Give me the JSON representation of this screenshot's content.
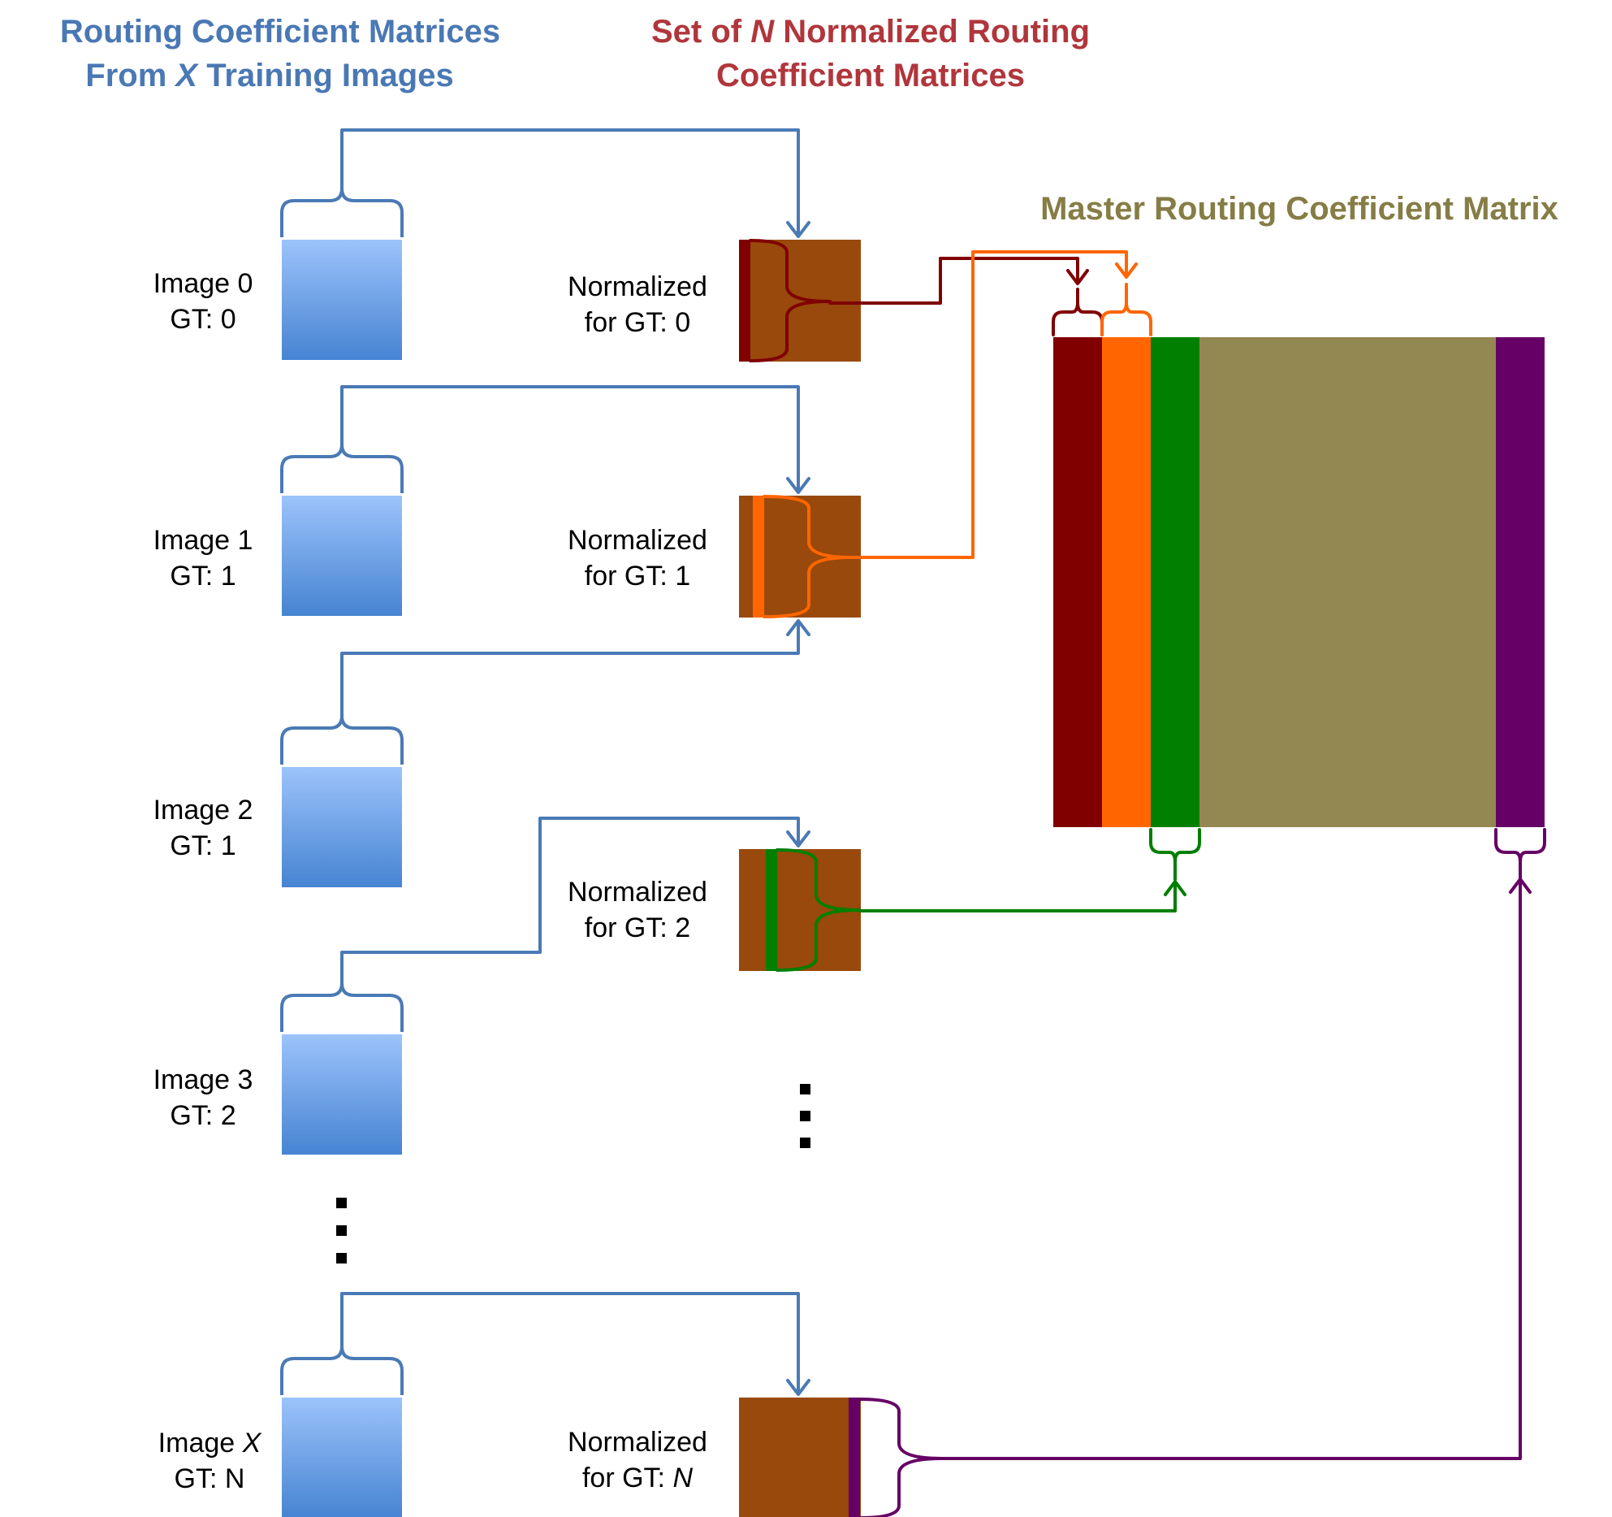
{
  "titles": {
    "source_line1": "Routing Coefficient Matrices",
    "source_line2_pre": "From ",
    "source_line2_var": "X",
    "source_line2_post": " Training Images",
    "normalized_line1_pre": "Set of ",
    "normalized_line1_var": "N",
    "normalized_line1_post": " Normalized Routing",
    "normalized_line2": "Coefficient Matrices",
    "master": "Master Routing Coefficient Matrix"
  },
  "images": [
    {
      "name_pre": "Image ",
      "name_var": "0",
      "gt_pre": "GT: ",
      "gt_var": "0"
    },
    {
      "name_pre": "Image ",
      "name_var": "1",
      "gt_pre": "GT: ",
      "gt_var": "1"
    },
    {
      "name_pre": "Image ",
      "name_var": "2",
      "gt_pre": "GT: ",
      "gt_var": "1"
    },
    {
      "name_pre": "Image ",
      "name_var": "3",
      "gt_pre": "GT: ",
      "gt_var": "2"
    },
    {
      "name_pre": "Image ",
      "name_var": "X",
      "gt_pre": "GT: ",
      "gt_var": "N"
    }
  ],
  "normalized": [
    {
      "line1": "Normalized",
      "line2_pre": "for GT: ",
      "line2_var": "0"
    },
    {
      "line1": "Normalized",
      "line2_pre": "for GT: ",
      "line2_var": "1"
    },
    {
      "line1": "Normalized",
      "line2_pre": "for GT: ",
      "line2_var": "2"
    },
    {
      "line1": "Normalized",
      "line2_pre": "for GT: ",
      "line2_var": "N"
    }
  ],
  "colors": {
    "source_title": "#4a78b4",
    "normalized_title": "#b0363c",
    "master_title": "#857d45",
    "arrow_blue": "#4a7ab5",
    "norm_block": "#98490b",
    "gt0": "#800000",
    "gt1": "#ff6600",
    "gt2": "#007f00",
    "gtN": "#660066",
    "master_body": "#938752"
  }
}
